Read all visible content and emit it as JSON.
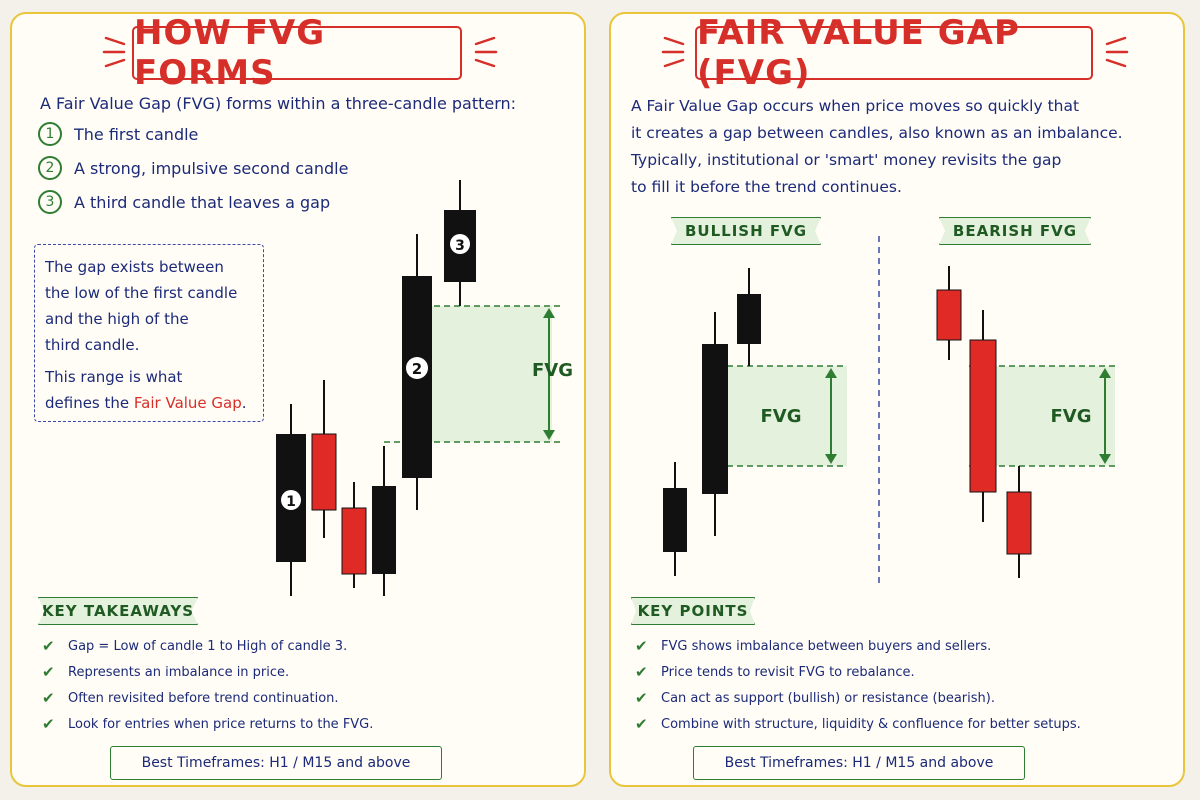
{
  "left": {
    "title": "HOW FVG FORMS",
    "intro": "A Fair Value Gap (FVG) forms within a three-candle pattern:",
    "steps": [
      {
        "num": "1",
        "text": "The first candle"
      },
      {
        "num": "2",
        "text": "A strong, impulsive second candle"
      },
      {
        "num": "3",
        "text": "A third candle that leaves a gap"
      }
    ],
    "note_lines": [
      "The gap exists between",
      "the low of the first candle",
      "and the high of the",
      "third candle."
    ],
    "note_range_prefix": "This range is",
    "note_range_mid": "what",
    "note_defines": "defines the",
    "note_highlight": "Fair Value Gap",
    "note_end": ".",
    "chart_label": "FVG",
    "candle_numbers": [
      "1",
      "2",
      "3"
    ],
    "takeaways_title": "KEY TAKEAWAYS",
    "takeaways": [
      "Gap = Low of candle 1 to High of candle 3.",
      "Represents an imbalance in price.",
      "Often revisited before trend continuation.",
      "Look for entries when price returns to the FVG."
    ],
    "timeframe": "Best Timeframes: H1 / M15 and above"
  },
  "right": {
    "title": "FAIR VALUE GAP (FVG)",
    "desc_lines": [
      "A Fair Value Gap occurs when price moves so quickly that",
      "it creates a gap between candles, also known as an imbalance.",
      "Typically, institutional or 'smart' money revisits the gap",
      "to fill it before the trend continues."
    ],
    "bullish_label": "BULLISH FVG",
    "bearish_label": "BEARISH FVG",
    "bullish_fvg_label": "FVG",
    "bearish_fvg_label": "FVG",
    "points_title": "KEY POINTS",
    "points": [
      "FVG shows imbalance between buyers and sellers.",
      "Price tends to revisit FVG to rebalance.",
      "Can act as support (bullish) or resistance (bearish).",
      "Combine with structure, liquidity & confluence for better setups."
    ],
    "timeframe": "Best Timeframes: H1 / M15 and above"
  },
  "colors": {
    "title_red": "#d62f2a",
    "text_blue": "#1c2a78",
    "accent_green": "#2e7d32",
    "gap_fill": "#e3f1dd",
    "bull_candle": "#111111",
    "bear_candle": "#e02a26",
    "panel_border": "#e8c53a"
  },
  "icons": {
    "check": "check-icon",
    "emphasis_ticks": "emphasis-ticks-icon"
  },
  "check_glyph": "✔"
}
